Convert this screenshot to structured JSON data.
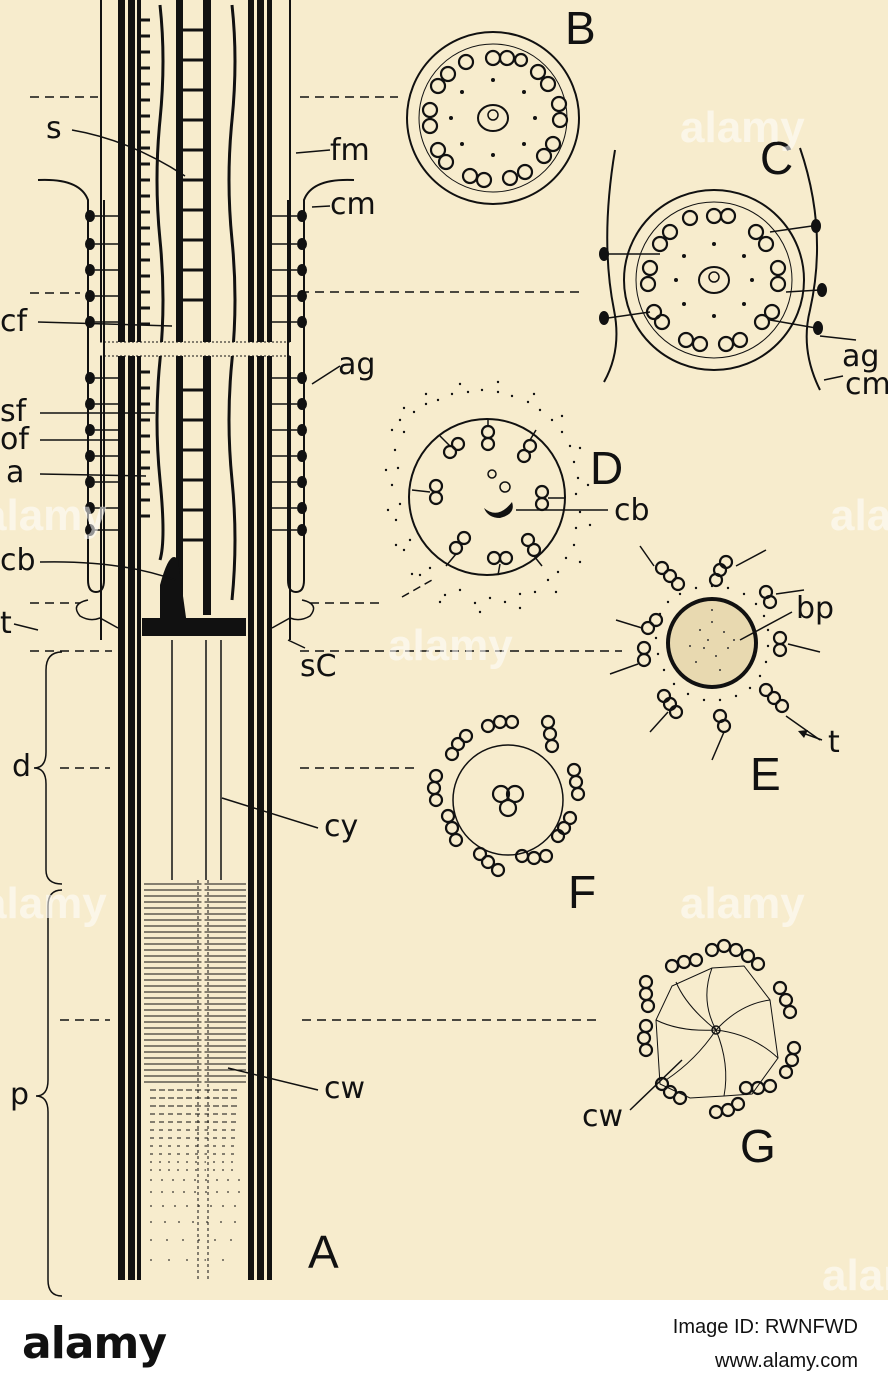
{
  "figure": {
    "labels": {
      "s": "s",
      "fm": "fm",
      "cm": "cm",
      "cf": "cf",
      "ag": "ag",
      "sf": "sf",
      "of": "of",
      "a": "a",
      "cb": "cb",
      "t": "t",
      "sC": "sC",
      "d": "d",
      "cy": "cy",
      "p": "p",
      "cw": "cw",
      "bp": "bp"
    },
    "panels": {
      "A": "A",
      "B": "B",
      "C": "C",
      "D": "D",
      "E": "E",
      "F": "F",
      "G": "G"
    },
    "colors": {
      "background": "#f7eccd",
      "ink": "#111111"
    }
  },
  "watermark": {
    "text": "alamy"
  },
  "footer": {
    "logo": "alamy",
    "image_id": "Image ID: RWNFWD",
    "url": "www.alamy.com"
  }
}
